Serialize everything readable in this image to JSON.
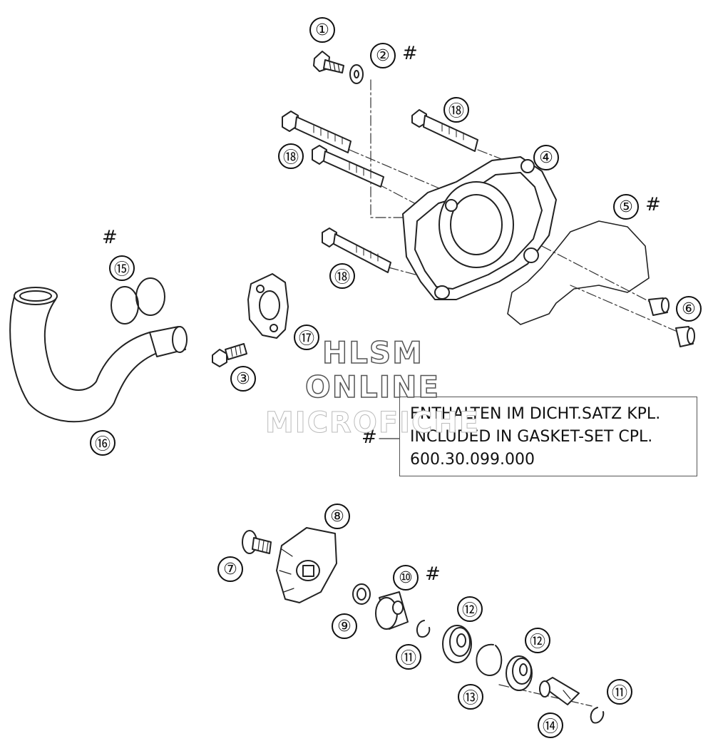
{
  "callouts": [
    {
      "id": "c1",
      "label": "①"
    },
    {
      "id": "c2",
      "label": "②"
    },
    {
      "id": "c3",
      "label": "③"
    },
    {
      "id": "c4",
      "label": "④"
    },
    {
      "id": "c5",
      "label": "⑤"
    },
    {
      "id": "c6",
      "label": "⑥"
    },
    {
      "id": "c7",
      "label": "⑦"
    },
    {
      "id": "c8",
      "label": "⑧"
    },
    {
      "id": "c9",
      "label": "⑨"
    },
    {
      "id": "c10",
      "label": "⑩"
    },
    {
      "id": "c11a",
      "label": "⑪"
    },
    {
      "id": "c11b",
      "label": "⑪"
    },
    {
      "id": "c12a",
      "label": "⑫"
    },
    {
      "id": "c12b",
      "label": "⑫"
    },
    {
      "id": "c13",
      "label": "⑬"
    },
    {
      "id": "c14",
      "label": "⑭"
    },
    {
      "id": "c15",
      "label": "⑮"
    },
    {
      "id": "c16",
      "label": "⑯"
    },
    {
      "id": "c17",
      "label": "⑰"
    },
    {
      "id": "c18a",
      "label": "⑱"
    },
    {
      "id": "c18b",
      "label": "⑱"
    },
    {
      "id": "c18c",
      "label": "⑱"
    }
  ],
  "hash_symbol": "#",
  "legend": {
    "line1": "ENTHALTEN IM DICHT.SATZ KPL.",
    "line2": "INCLUDED IN GASKET-SET CPL.",
    "line3": "600.30.099.000"
  },
  "watermark": {
    "line1": "HLSM",
    "line2": "ONLINE",
    "line3": "MICROFICHE"
  }
}
